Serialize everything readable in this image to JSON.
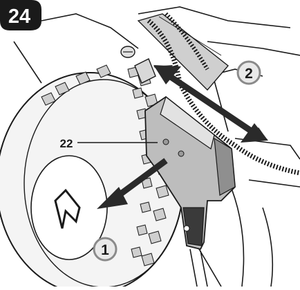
{
  "figure": {
    "number": "24",
    "part_callout": "22",
    "step_1": "1",
    "step_2": "2"
  },
  "colors": {
    "badge_fill": "#1a1a1a",
    "badge_text": "#ffffff",
    "arrow": "#2a2a2a",
    "step_circle_fill": "#e9e9e9",
    "step_circle_stroke": "#8a8a8a",
    "line": "#1a1a1a",
    "lever_body": "#bdbdbd",
    "lever_dark": "#3a3a3a"
  }
}
